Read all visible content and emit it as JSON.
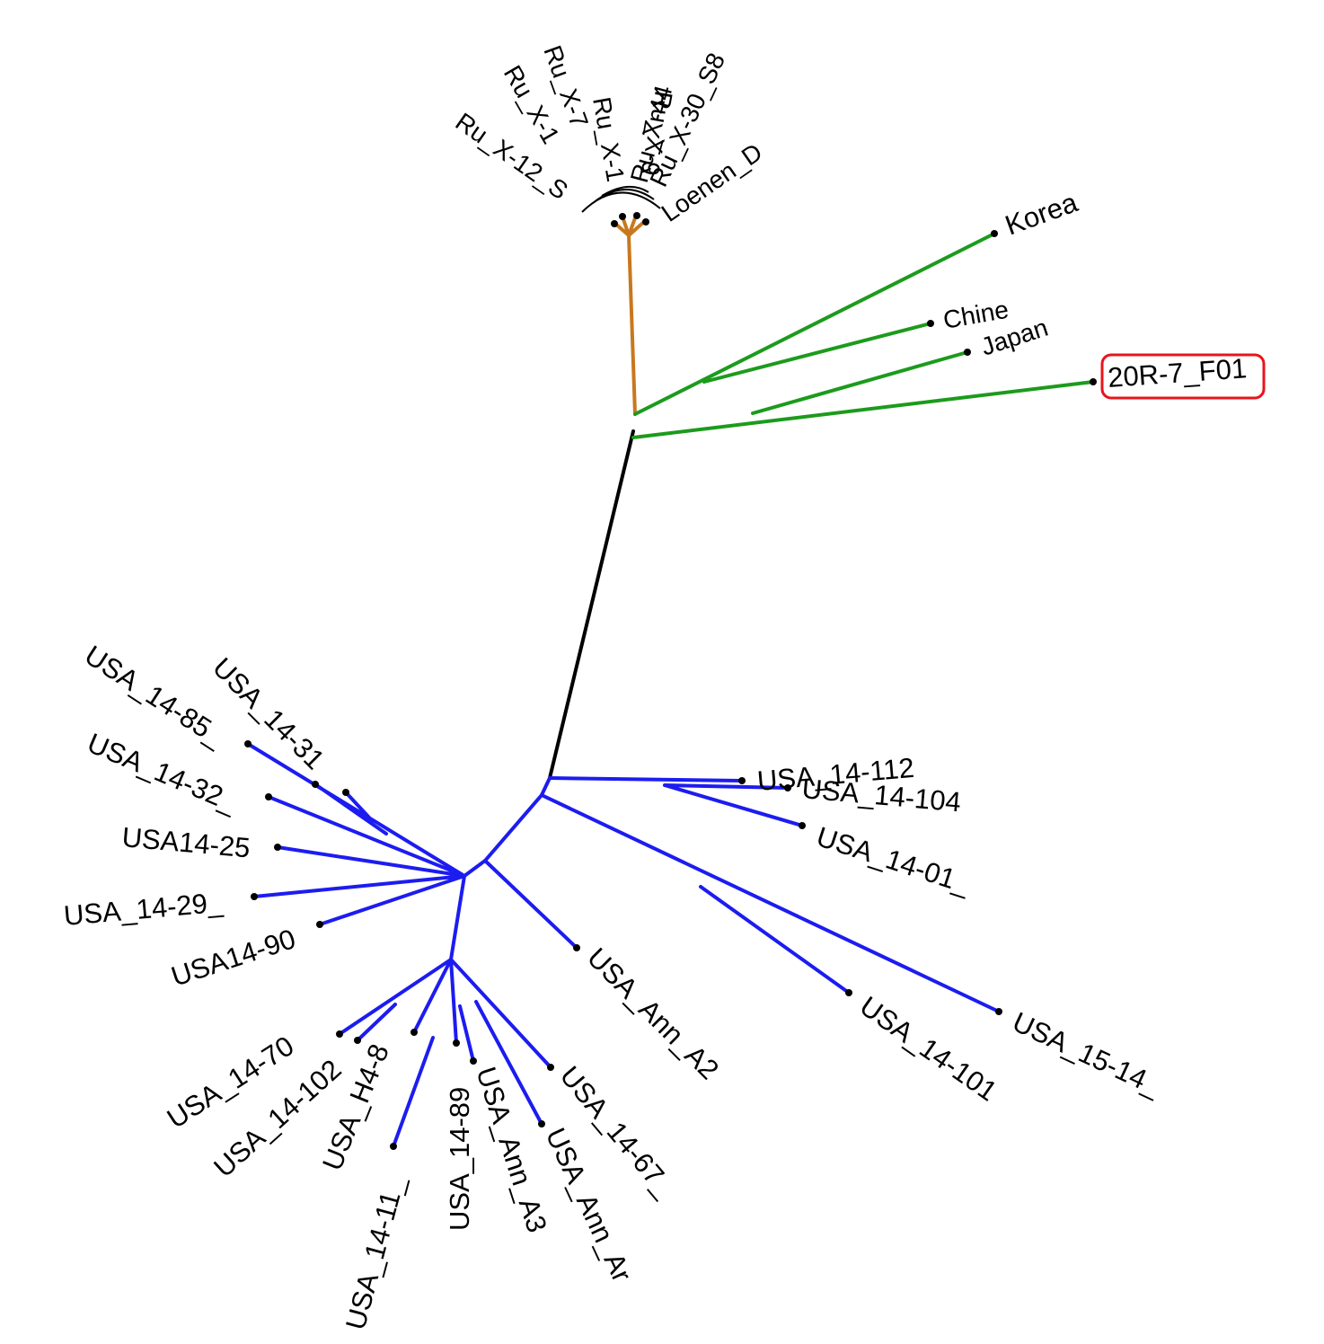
{
  "colors": {
    "background": "#ffffff",
    "trunk": "#000000",
    "european_clade": "#c8781c",
    "asian_clade": "#1c9b1c",
    "usa_clade": "#1c1cf0",
    "highlight": "#e8141b",
    "tip": "#000000"
  },
  "clades": {
    "european": {
      "labels": [
        "Ru_X-12_S",
        "Ru_X-1",
        "Ru_X-7",
        "Ru_X-1",
        "Ru_X-9",
        "Ru_X-44",
        "Ru_X-30_S8",
        "Loenen_D"
      ]
    },
    "asian": {
      "labels": [
        "Korea",
        "Chine",
        "Japan",
        "20R-7_F01"
      ],
      "highlighted": "20R-7_F01"
    },
    "usa": {
      "labels": [
        "USA_14-85_",
        "USA_14-31",
        "USA_14-32_",
        "USA14-25",
        "USA_14-29_",
        "USA14-90",
        "USA_14-70",
        "USA_14-102",
        "USA_H4-8",
        "USA_14-11_",
        "USA_14-89",
        "USA_Ann_A3",
        "USA_Ann_Ar",
        "USA_14-67_",
        "USA_Ann_A2",
        "USA_14-112",
        "USA_14-104",
        "USA_14-01_",
        "USA_14-101",
        "USA_15-14_"
      ]
    }
  }
}
